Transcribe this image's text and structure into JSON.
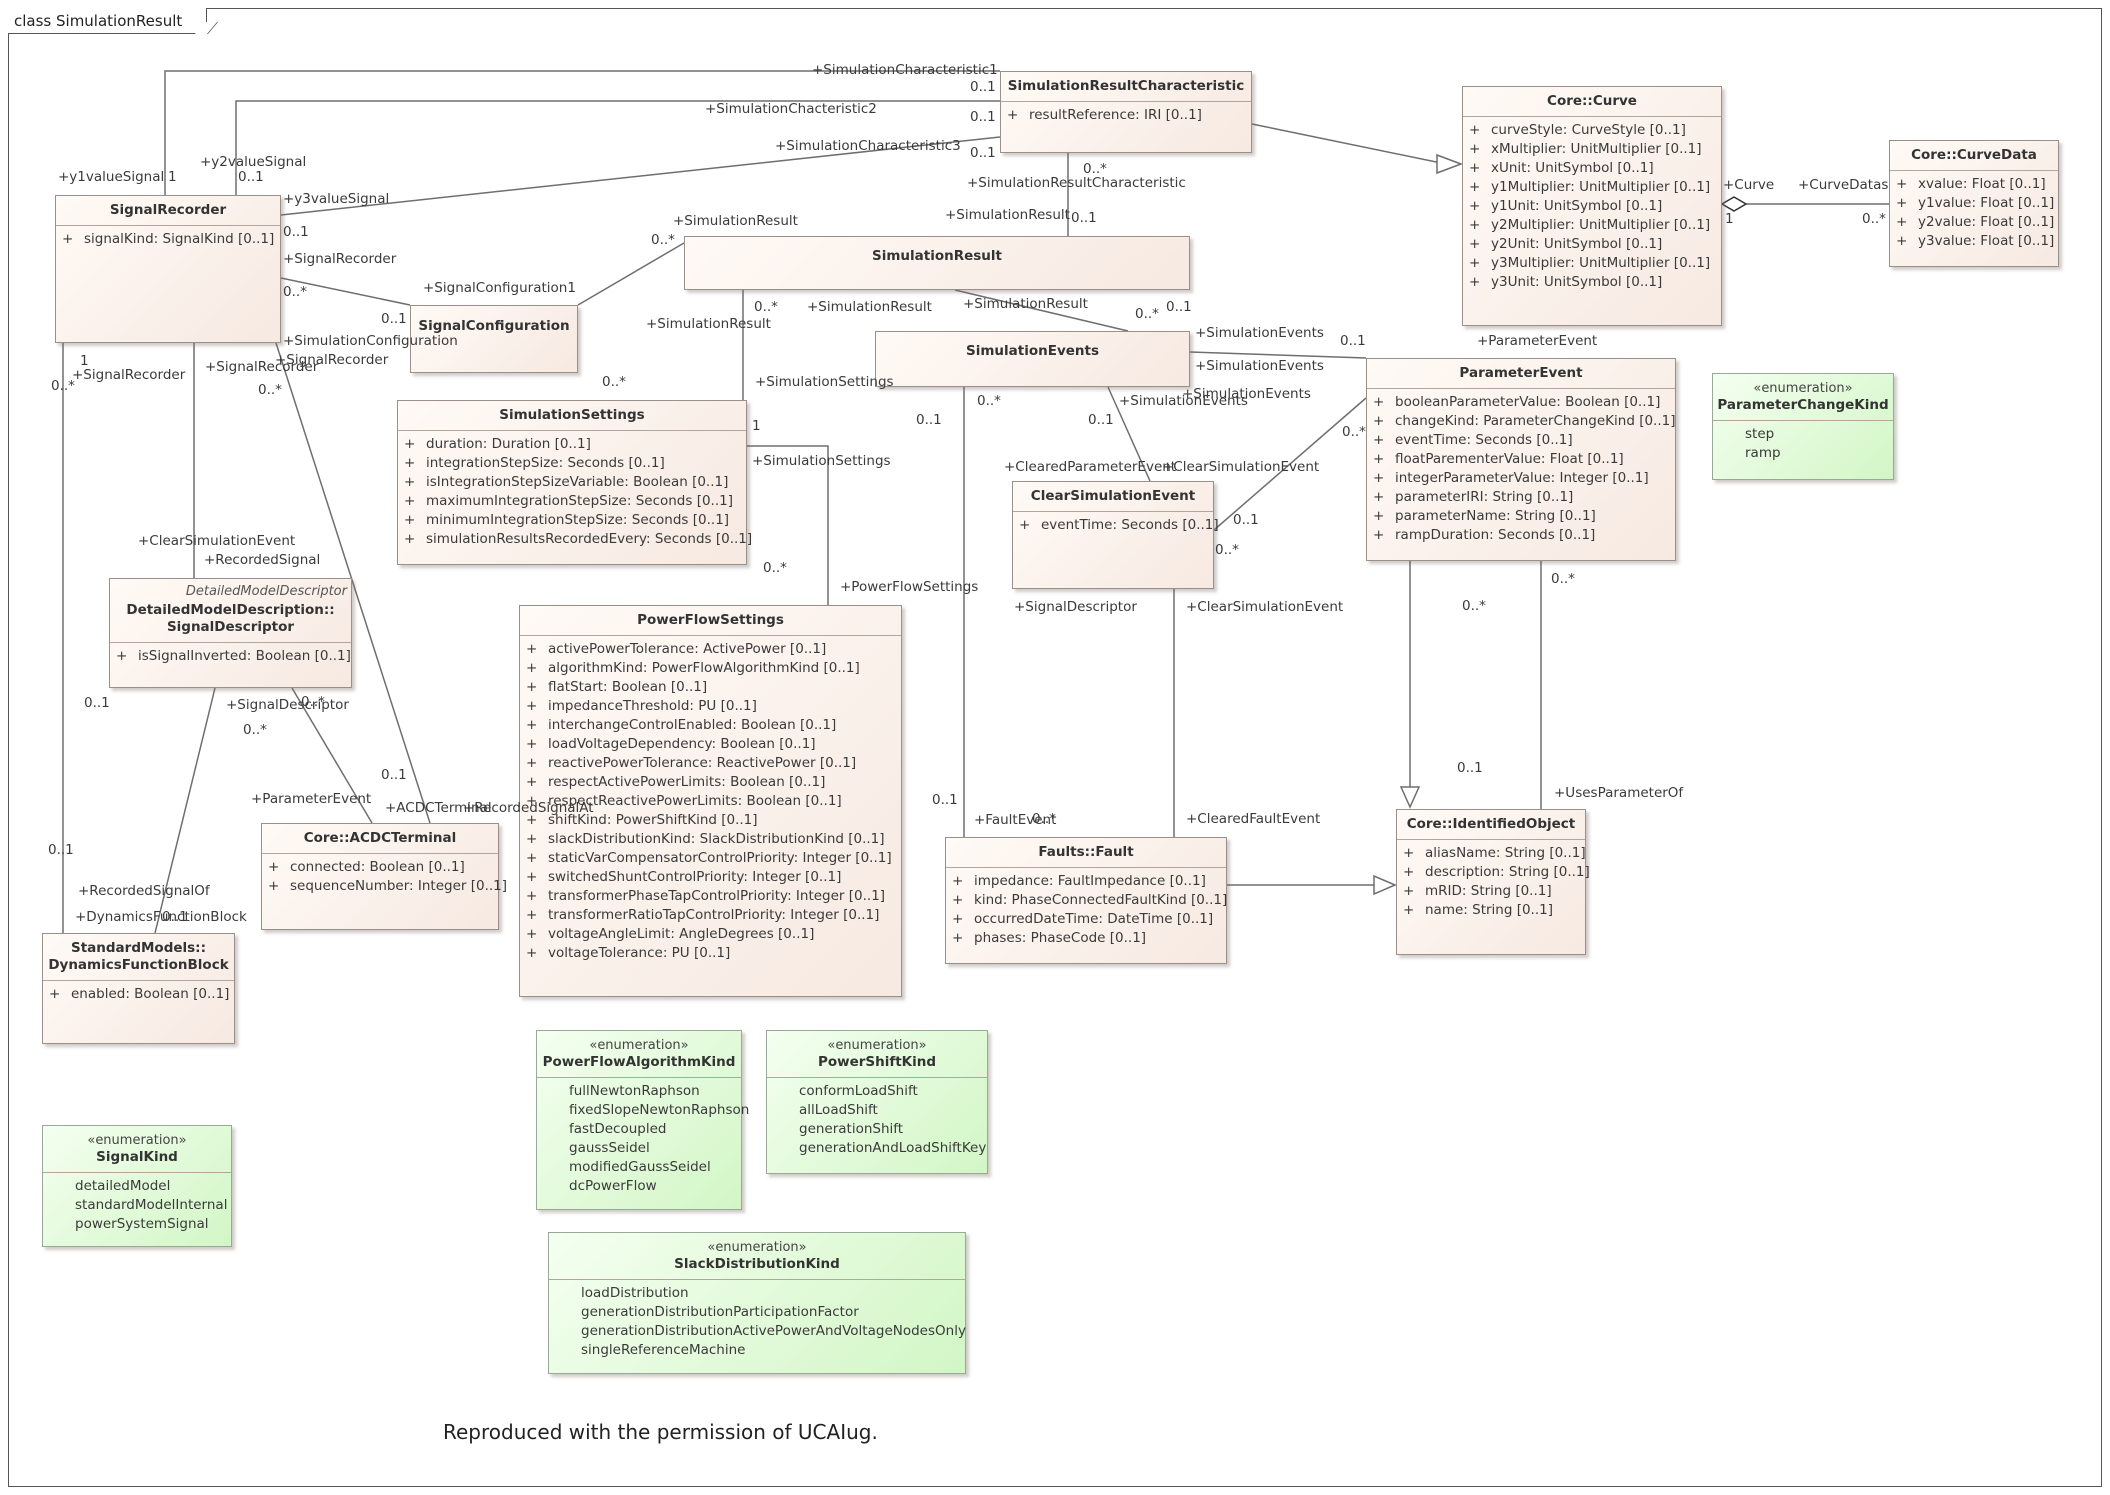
{
  "frame_title": "class SimulationResult",
  "footer_note": "Reproduced with the permission of UCAIug.",
  "classes": {
    "simulation_result_characteristic": {
      "name": "SimulationResultCharacteristic",
      "attributes": [
        {
          "vis": "+",
          "text": "resultReference: IRI [0..1]"
        }
      ]
    },
    "core_curve": {
      "name": "Core::Curve",
      "attributes": [
        {
          "vis": "+",
          "text": "curveStyle: CurveStyle [0..1]"
        },
        {
          "vis": "+",
          "text": "xMultiplier: UnitMultiplier [0..1]"
        },
        {
          "vis": "+",
          "text": "xUnit: UnitSymbol [0..1]"
        },
        {
          "vis": "+",
          "text": "y1Multiplier: UnitMultiplier [0..1]"
        },
        {
          "vis": "+",
          "text": "y1Unit: UnitSymbol [0..1]"
        },
        {
          "vis": "+",
          "text": "y2Multiplier: UnitMultiplier [0..1]"
        },
        {
          "vis": "+",
          "text": "y2Unit: UnitSymbol [0..1]"
        },
        {
          "vis": "+",
          "text": "y3Multiplier: UnitMultiplier [0..1]"
        },
        {
          "vis": "+",
          "text": "y3Unit: UnitSymbol [0..1]"
        }
      ]
    },
    "core_curve_data": {
      "name": "Core::CurveData",
      "attributes": [
        {
          "vis": "+",
          "text": "xvalue: Float [0..1]"
        },
        {
          "vis": "+",
          "text": "y1value: Float [0..1]"
        },
        {
          "vis": "+",
          "text": "y2value: Float [0..1]"
        },
        {
          "vis": "+",
          "text": "y3value: Float [0..1]"
        }
      ]
    },
    "signal_recorder": {
      "name": "SignalRecorder",
      "attributes": [
        {
          "vis": "+",
          "text": "signalKind: SignalKind [0..1]"
        }
      ]
    },
    "simulation_result": {
      "name": "SimulationResult"
    },
    "signal_configuration": {
      "name": "SignalConfiguration"
    },
    "simulation_events": {
      "name": "SimulationEvents"
    },
    "simulation_settings": {
      "name": "SimulationSettings",
      "attributes": [
        {
          "vis": "+",
          "text": "duration: Duration [0..1]"
        },
        {
          "vis": "+",
          "text": "integrationStepSize: Seconds [0..1]"
        },
        {
          "vis": "+",
          "text": "isIntegrationStepSizeVariable: Boolean [0..1]"
        },
        {
          "vis": "+",
          "text": "maximumIntegrationStepSize: Seconds [0..1]"
        },
        {
          "vis": "+",
          "text": "minimumIntegrationStepSize: Seconds [0..1]"
        },
        {
          "vis": "+",
          "text": "simulationResultsRecordedEvery: Seconds [0..1]"
        }
      ]
    },
    "parameter_event": {
      "name": "ParameterEvent",
      "attributes": [
        {
          "vis": "+",
          "text": "booleanParameterValue: Boolean [0..1]"
        },
        {
          "vis": "+",
          "text": "changeKind: ParameterChangeKind [0..1]"
        },
        {
          "vis": "+",
          "text": "eventTime: Seconds [0..1]"
        },
        {
          "vis": "+",
          "text": "floatParementerValue: Float [0..1]"
        },
        {
          "vis": "+",
          "text": "integerParameterValue: Integer [0..1]"
        },
        {
          "vis": "+",
          "text": "parameterIRI: String [0..1]"
        },
        {
          "vis": "+",
          "text": "parameterName: String [0..1]"
        },
        {
          "vis": "+",
          "text": "rampDuration: Seconds [0..1]"
        }
      ]
    },
    "clear_simulation_event": {
      "name": "ClearSimulationEvent",
      "attributes": [
        {
          "vis": "+",
          "text": "eventTime: Seconds [0..1]"
        }
      ]
    },
    "signal_descriptor": {
      "stereotype": "DetailedModelDescriptor",
      "name_line1": "DetailedModelDescription::",
      "name_line2": "SignalDescriptor",
      "attributes": [
        {
          "vis": "+",
          "text": "isSignalInverted: Boolean [0..1]"
        }
      ]
    },
    "power_flow_settings": {
      "name": "PowerFlowSettings",
      "attributes": [
        {
          "vis": "+",
          "text": "activePowerTolerance: ActivePower [0..1]"
        },
        {
          "vis": "+",
          "text": "algorithmKind: PowerFlowAlgorithmKind [0..1]"
        },
        {
          "vis": "+",
          "text": "flatStart: Boolean [0..1]"
        },
        {
          "vis": "+",
          "text": "impedanceThreshold: PU [0..1]"
        },
        {
          "vis": "+",
          "text": "interchangeControlEnabled: Boolean [0..1]"
        },
        {
          "vis": "+",
          "text": "loadVoltageDependency: Boolean [0..1]"
        },
        {
          "vis": "+",
          "text": "reactivePowerTolerance: ReactivePower [0..1]"
        },
        {
          "vis": "+",
          "text": "respectActivePowerLimits: Boolean [0..1]"
        },
        {
          "vis": "+",
          "text": "respectReactivePowerLimits: Boolean [0..1]"
        },
        {
          "vis": "+",
          "text": "shiftKind: PowerShiftKind [0..1]"
        },
        {
          "vis": "+",
          "text": "slackDistributionKind: SlackDistributionKind [0..1]"
        },
        {
          "vis": "+",
          "text": "staticVarCompensatorControlPriority: Integer [0..1]"
        },
        {
          "vis": "+",
          "text": "switchedShuntControlPriority: Integer [0..1]"
        },
        {
          "vis": "+",
          "text": "transformerPhaseTapControlPriority: Integer [0..1]"
        },
        {
          "vis": "+",
          "text": "transformerRatioTapControlPriority: Integer [0..1]"
        },
        {
          "vis": "+",
          "text": "voltageAngleLimit: AngleDegrees [0..1]"
        },
        {
          "vis": "+",
          "text": "voltageTolerance: PU [0..1]"
        }
      ]
    },
    "acdc_terminal": {
      "name": "Core::ACDCTerminal",
      "attributes": [
        {
          "vis": "+",
          "text": "connected: Boolean [0..1]"
        },
        {
          "vis": "+",
          "text": "sequenceNumber: Integer [0..1]"
        }
      ]
    },
    "dynamics_function_block": {
      "name_line1": "StandardModels::",
      "name_line2": "DynamicsFunctionBlock",
      "attributes": [
        {
          "vis": "+",
          "text": "enabled: Boolean [0..1]"
        }
      ]
    },
    "fault": {
      "name": "Faults::Fault",
      "attributes": [
        {
          "vis": "+",
          "text": "impedance: FaultImpedance [0..1]"
        },
        {
          "vis": "+",
          "text": "kind: PhaseConnectedFaultKind [0..1]"
        },
        {
          "vis": "+",
          "text": "occurredDateTime: DateTime [0..1]"
        },
        {
          "vis": "+",
          "text": "phases: PhaseCode [0..1]"
        }
      ]
    },
    "identified_object": {
      "name": "Core::IdentifiedObject",
      "attributes": [
        {
          "vis": "+",
          "text": "aliasName: String [0..1]"
        },
        {
          "vis": "+",
          "text": "description: String [0..1]"
        },
        {
          "vis": "+",
          "text": "mRID: String [0..1]"
        },
        {
          "vis": "+",
          "text": "name: String [0..1]"
        }
      ]
    }
  },
  "enums": {
    "parameter_change_kind": {
      "stereotype": "«enumeration»",
      "name": "ParameterChangeKind",
      "values": [
        "step",
        "ramp"
      ]
    },
    "power_flow_algorithm_kind": {
      "stereotype": "«enumeration»",
      "name": "PowerFlowAlgorithmKind",
      "values": [
        "fullNewtonRaphson",
        "fixedSlopeNewtonRaphson",
        "fastDecoupled",
        "gaussSeidel",
        "modifiedGaussSeidel",
        "dcPowerFlow"
      ]
    },
    "power_shift_kind": {
      "stereotype": "«enumeration»",
      "name": "PowerShiftKind",
      "values": [
        "conformLoadShift",
        "allLoadShift",
        "generationShift",
        "generationAndLoadShiftKey"
      ]
    },
    "signal_kind": {
      "stereotype": "«enumeration»",
      "name": "SignalKind",
      "values": [
        "detailedModel",
        "standardModelInternal",
        "powerSystemSignal"
      ]
    },
    "slack_distribution_kind": {
      "stereotype": "«enumeration»",
      "name": "SlackDistributionKind",
      "values": [
        "loadDistribution",
        "generationDistributionParticipationFactor",
        "generationDistributionActivePowerAndVoltageNodesOnly",
        "singleReferenceMachine"
      ]
    }
  },
  "labels": [
    "+SimulationCharacteristic1",
    "0..1",
    "+SimulationChacteristic2",
    "0..1",
    "+SimulationCharacteristic3",
    "0..1",
    "+y1valueSignal",
    "1",
    "+y2valueSignal",
    "0..1",
    "+y3valueSignal",
    "0..1",
    "0..*",
    "+SimulationResultCharacteristic",
    "+SimulationResult",
    "0..1",
    "+Curve",
    "1",
    "+CurveDatas",
    "0..*",
    "+SimulationResult",
    "0..*",
    "+SignalRecorder",
    "0..*",
    "+SignalConfiguration1",
    "0..1",
    "+SimulationConfiguration",
    "+SimulationResult",
    "0..*",
    "+SimulationResult",
    "+SimulationResult",
    "0..*",
    "0..1",
    "+SimulationEvents",
    "+SimulationEvents",
    "0..1",
    "+ParameterEvent",
    "0..*",
    "+SimulationSettings",
    "1",
    "+SimulationSettings",
    "0..*",
    "+PowerFlowSettings",
    "1",
    "+SignalRecorder",
    "0..*",
    "+SignalRecorder",
    "0..*",
    "+SignalRecorder",
    "0..*",
    "0..1",
    "+SimulationEvents",
    "0..1",
    "+SimulationEvents",
    "+ClearedParameterEvent",
    "+ClearSimulationEvent",
    "0..*",
    "0..1",
    "0..*",
    "+ClearSimulationEvent",
    "+RecordedSignal",
    "0..1",
    "+SignalDescriptor",
    "0..*",
    "0..*",
    "+SignalDescriptor",
    "+ClearSimulationEvent",
    "0..*",
    "0..*",
    "+ParameterEvent",
    "+ACDCTerminal",
    "0..1",
    "+RecordedSignalAt",
    "0..1",
    "+RecordedSignalOf",
    "+DynamicsFunctionBlock",
    "0..1",
    "0..1",
    "+FaultEvent",
    "0..*",
    "+ClearedFaultEvent",
    "0..1",
    "+UsesParameterOf",
    "0..1"
  ]
}
